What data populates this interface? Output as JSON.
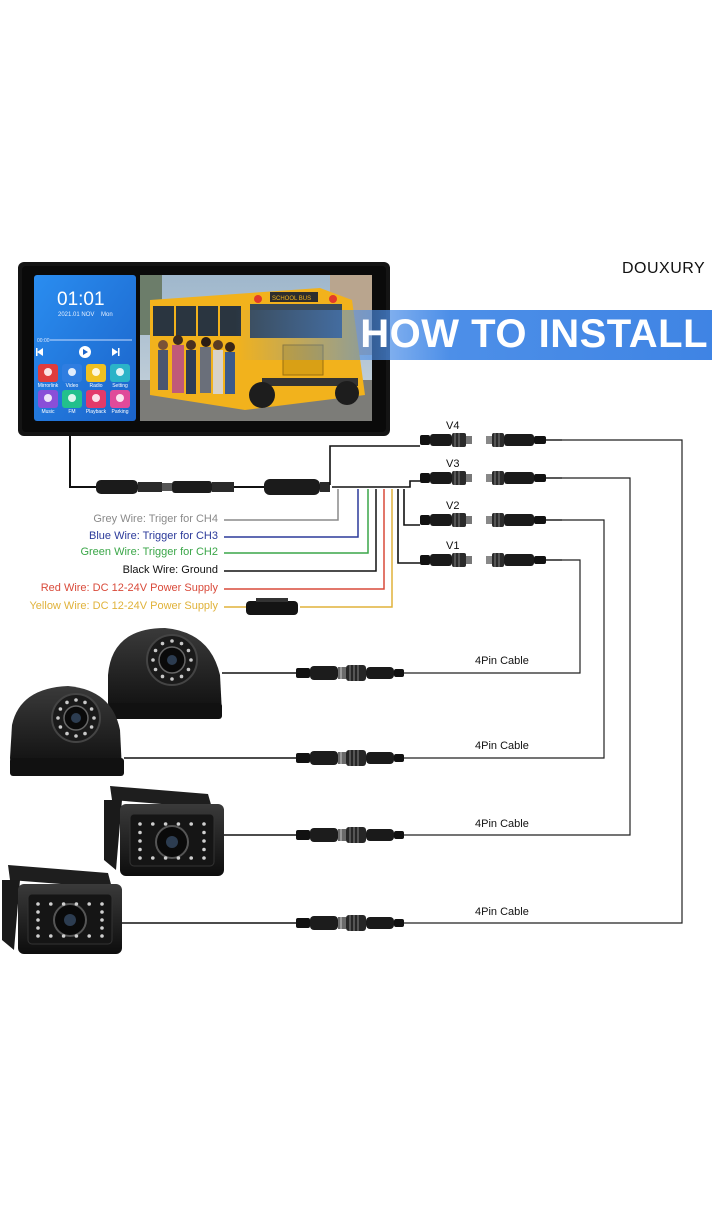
{
  "brand": "DOUXURY",
  "banner": {
    "title": "HOW TO INSTALL",
    "color": "#4d8fe8"
  },
  "monitor": {
    "time": "01:01",
    "date": "2021.01 NOV",
    "day": "Mon",
    "media_time": "00:00",
    "bus_text": "SCHOOL BUS",
    "apps": [
      {
        "label": "Mirrorlink",
        "color": "#e03c3c"
      },
      {
        "label": "Video",
        "color": "#2f7de0"
      },
      {
        "label": "Radio",
        "color": "#f0c020"
      },
      {
        "label": "Setting",
        "color": "#2bb3c8"
      },
      {
        "label": "Music",
        "color": "#8a4fd8"
      },
      {
        "label": "FM",
        "color": "#22c08c"
      },
      {
        "label": "Playback",
        "color": "#e33a6a"
      },
      {
        "label": "Parking",
        "color": "#e04a9a"
      }
    ]
  },
  "wires": [
    {
      "label": "Grey Wire: Triger for CH4",
      "color": "#8a8a8a"
    },
    {
      "label": "Blue Wire: Trigger for CH3",
      "color": "#2b3a9a"
    },
    {
      "label": "Green Wire: Trigger for CH2",
      "color": "#3aa648"
    },
    {
      "label": "Black Wire: Ground",
      "color": "#111111"
    },
    {
      "label": "Red Wire: DC 12-24V Power Supply",
      "color": "#d94a3a"
    },
    {
      "label": "Yellow Wire: DC 12-24V Power Supply",
      "color": "#e0b23a"
    }
  ],
  "video_inputs": [
    "V4",
    "V3",
    "V2",
    "V1"
  ],
  "cables": [
    "4Pin Cable",
    "4Pin Cable",
    "4Pin Cable",
    "4Pin Cable"
  ],
  "cameras": [
    "side-dome-camera",
    "side-dome-camera",
    "bracket-camera",
    "bracket-camera"
  ]
}
